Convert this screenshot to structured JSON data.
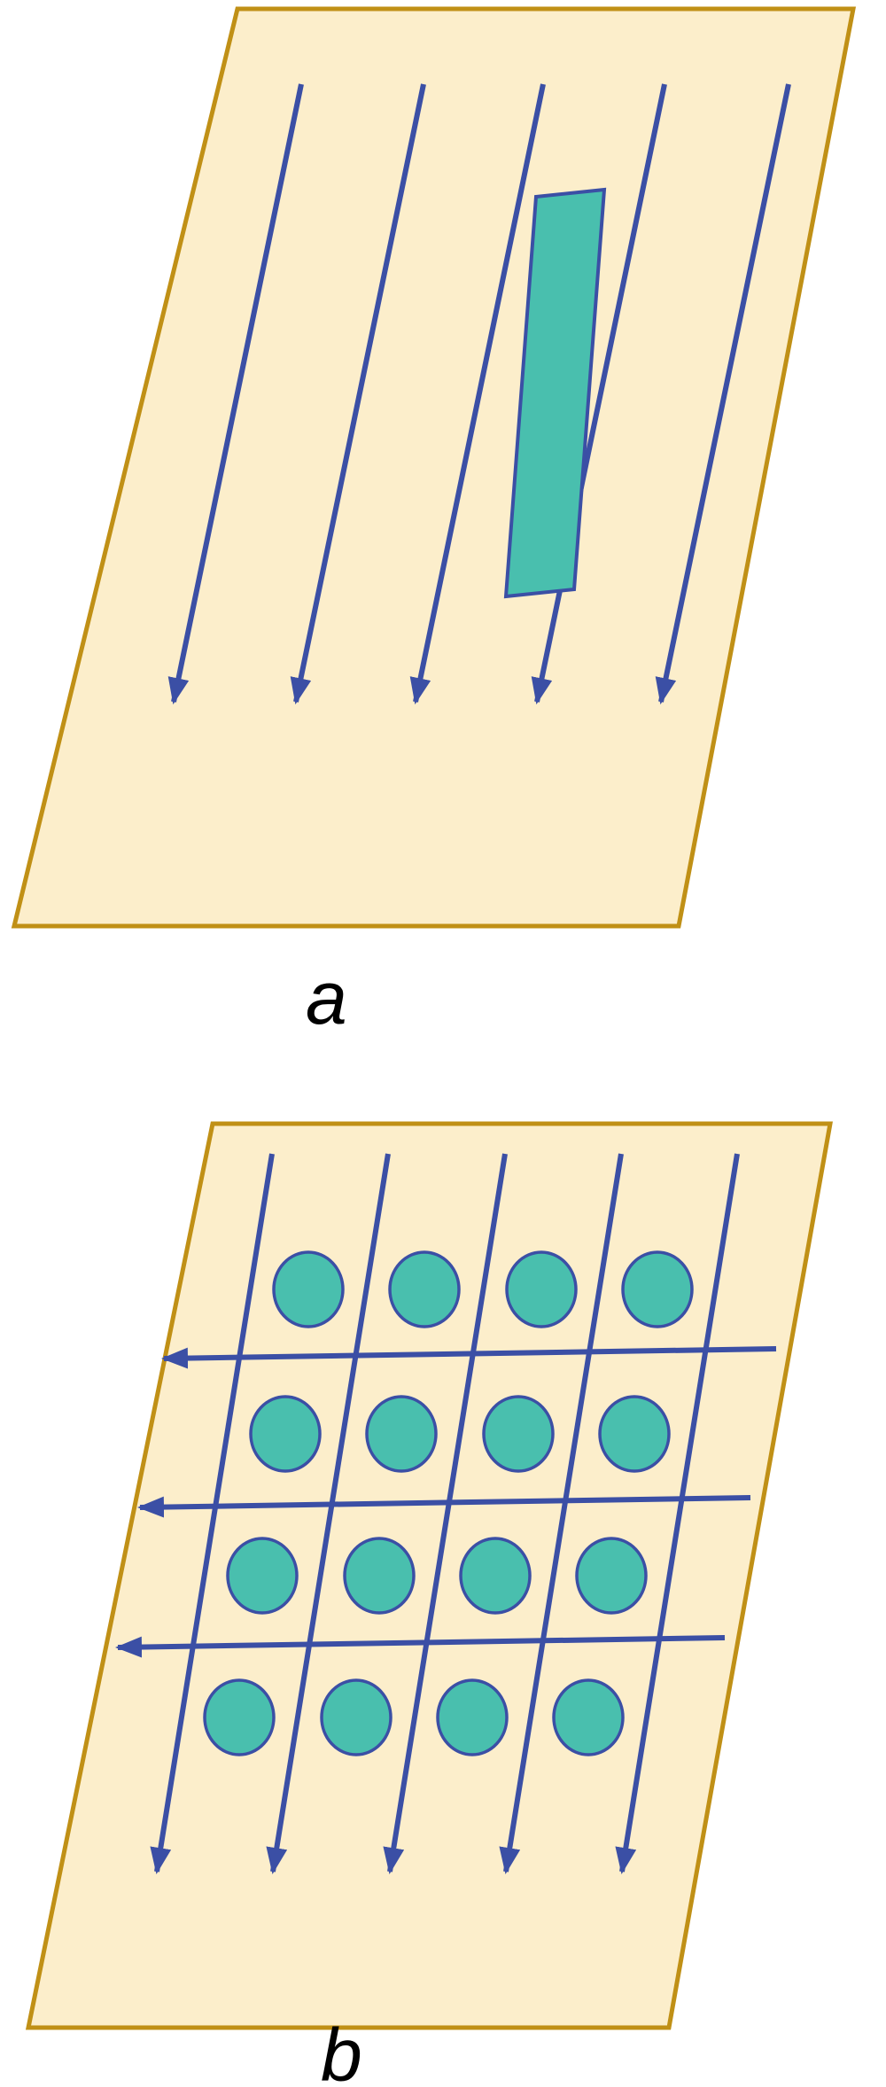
{
  "figure": {
    "panels": [
      {
        "id": "a",
        "label": "a",
        "sheet_shape": "slanted-parallelogram",
        "field_lines": {
          "count": 5,
          "direction": "down"
        },
        "slab": {
          "count": 1,
          "shape": "thin-slanted-rectangle"
        }
      },
      {
        "id": "b",
        "label": "b",
        "sheet_shape": "slanted-parallelogram",
        "field_lines_vertical": {
          "count": 5,
          "direction": "down"
        },
        "field_lines_horizontal": {
          "count": 3,
          "direction": "left"
        },
        "discs": {
          "rows": 4,
          "columns": 4,
          "count": 16
        }
      }
    ]
  },
  "colors": {
    "page-bg": "#ffffff",
    "sheet-fill": "#fceecb",
    "sheet-stroke": "#c09016",
    "line-blue": "#3b4fa5",
    "teal-fill": "#49bfae",
    "label-color": "#000000"
  }
}
